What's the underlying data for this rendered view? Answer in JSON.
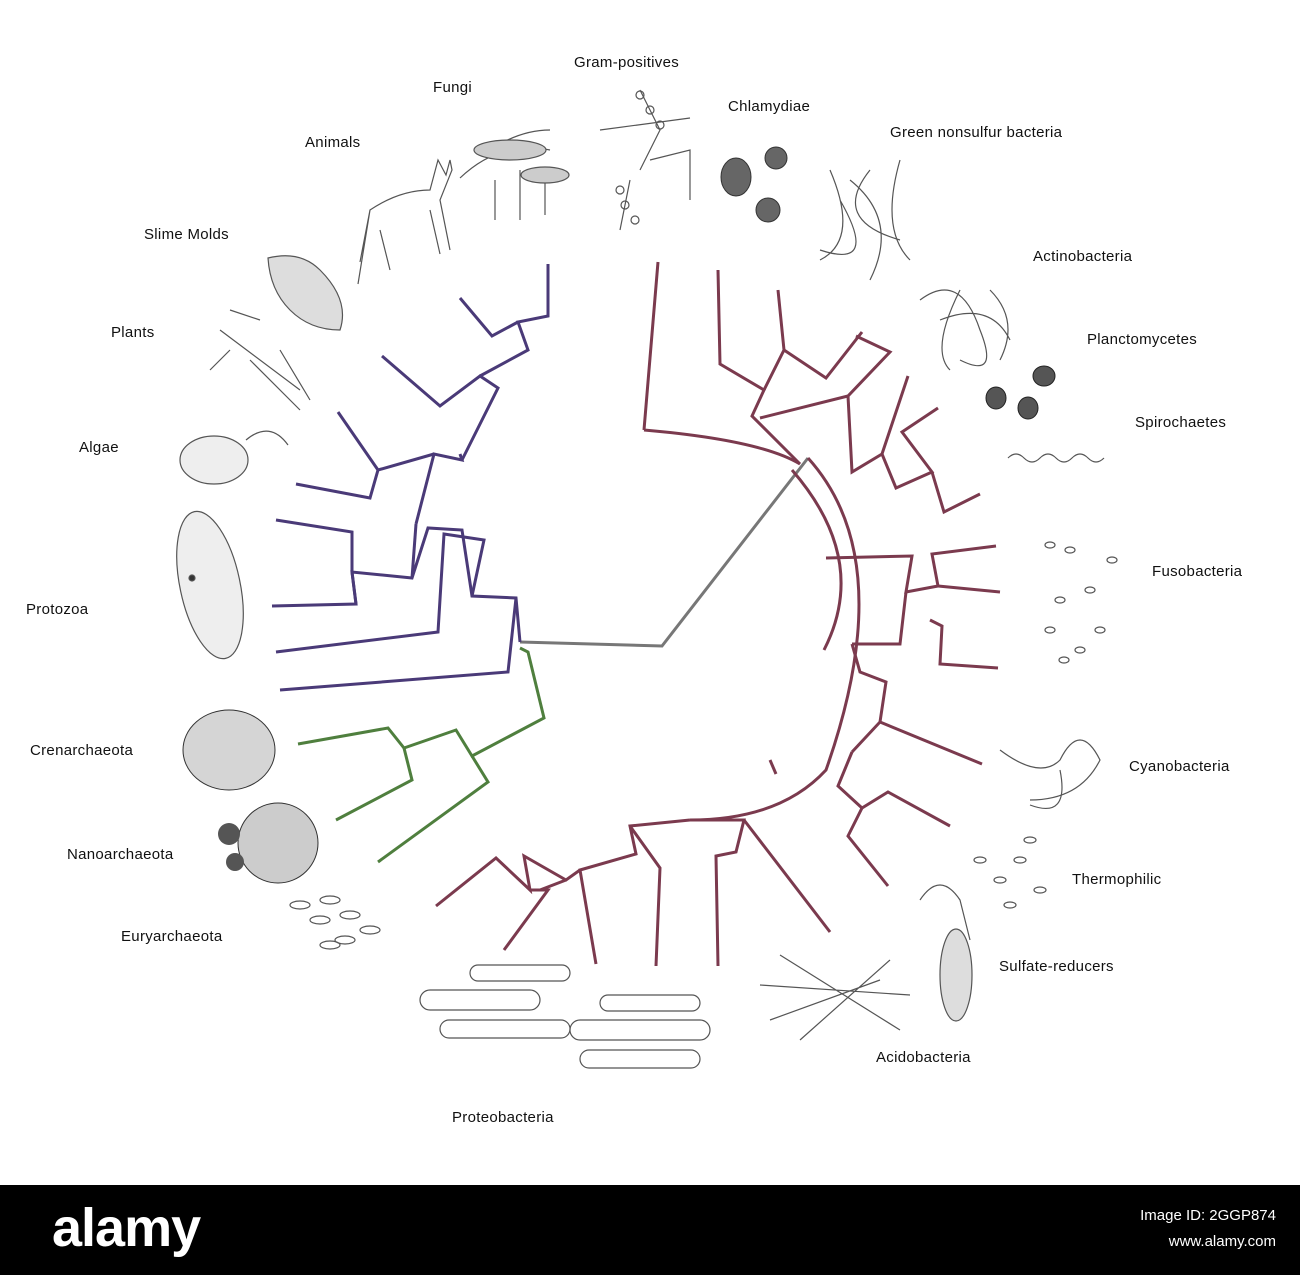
{
  "colors": {
    "eukaryota": "#4a3a78",
    "archaea": "#4f7f3e",
    "bacteria": "#7b3a4e",
    "root": "#777777"
  },
  "labels": {
    "gram_positives": "Gram-positives",
    "chlamydiae": "Chlamydiae",
    "green_nonsulfur": "Green nonsulfur bacteria",
    "actinobacteria": "Actinobacteria",
    "planctomycetes": "Planctomycetes",
    "spirochaetes": "Spirochaetes",
    "fusobacteria": "Fusobacteria",
    "cyanobacteria": "Cyanobacteria",
    "thermophilic": "Thermophilic",
    "sulfate_reducers": "Sulfate-reducers",
    "acidobacteria": "Acidobacteria",
    "proteobacteria": "Proteobacteria",
    "euryarchaeota": "Euryarchaeota",
    "nanoarchaeota": "Nanoarchaeota",
    "crenarchaeota": "Crenarchaeota",
    "protozoa": "Protozoa",
    "algae": "Algae",
    "plants": "Plants",
    "slime_molds": "Slime Molds",
    "animals": "Animals",
    "fungi": "Fungi"
  },
  "footer": {
    "brand": "alamy",
    "image_id": "Image ID: 2GGP874",
    "site": "www.alamy.com"
  }
}
